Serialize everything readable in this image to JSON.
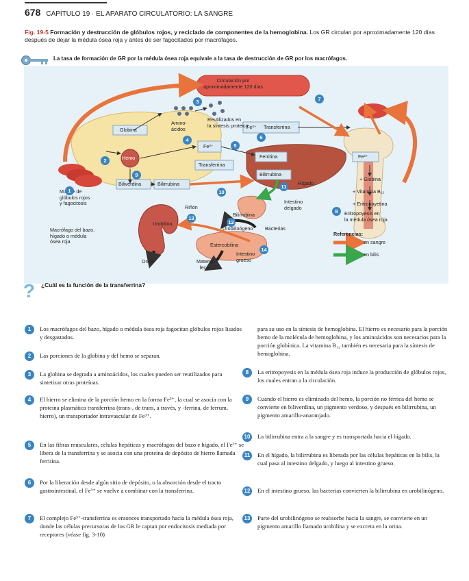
{
  "header": {
    "page_number": "678",
    "running_title": "CAPÍTULO 19 · EL APARATO CIRCULATORIO: LA SANGRE"
  },
  "figure": {
    "label": "Fig. 19-5",
    "title": "Formación y destrucción de glóbulos rojos, y reciclado de componentes de la hemoglobina.",
    "caption_rest": "Los GR circulan por aproximadamente 120 días después de dejar la médula ósea roja y antes de ser fagocitados por macrófagos.",
    "key_statement": "La tasa de formación de GR por la médula ósea roja equivale a la tasa de destrucción de GR por los macrófagos."
  },
  "diagram": {
    "labels": {
      "circulacion": "Circulación por\naproximadamente 120 días",
      "globina": "Globina",
      "aminoacidos": "Amino-\nácidos",
      "reutilizados": "Reutilizados en\nla síntesis proteica",
      "fe3_transferrina_top": "Fe³⁺",
      "transferrina_top": "Transferrina",
      "hemo": "Hemo",
      "fe3_mid": "Fe³⁺",
      "transferrina_mid": "Transferrina",
      "ferritina": "Ferritina",
      "biliverdina": "Biliverdina",
      "bilirrubina_left": "Bilirrubina",
      "bilirrubina_liver": "Bilirrubina",
      "higado": "Hígado",
      "fe3_bone": "Fe³⁺",
      "globina_bone": "+ Globina",
      "vitamina": "+ Vitamina B₁₂",
      "eritropoyetina": "+ Eritropoyetina",
      "eritropoyesis": "Eritropoyesis en\nla médula ósea roja",
      "muerte": "Muerte de\nglóbulos rojos\ny fagocitosis",
      "macrofago": "Macrófago del bazo,\nhígado o médula\nósea roja",
      "rinon": "Riñón",
      "urobilina": "Urobilina",
      "intestino_delgado": "Intestino\ndelgado",
      "bilirrubina_int": "Bilirrubina",
      "urobilinogeno": "Urobilinógeno",
      "bacterias": "Bacterias",
      "estercobilina": "Estercobilina",
      "intestino_grueso": "Intestino\ngrueso",
      "orina": "Orina",
      "materia_fecal": "Materia\nfecal",
      "referencias": "Referencias:",
      "ref_sangre": "en sangre",
      "ref_bilis": "en bilis"
    },
    "numbers": [
      "1",
      "2",
      "3",
      "4",
      "5",
      "6",
      "7",
      "8",
      "9",
      "10",
      "11",
      "12",
      "13",
      "14"
    ],
    "colors": {
      "blood_arrow": "#e8743b",
      "bile_arrow": "#3aa74a",
      "badge": "#3a84c2",
      "rbc": "#d6463a"
    }
  },
  "question": "¿Cuál es la función de la transferrina?",
  "notes_left": [
    {
      "n": "1",
      "text": "Los macrófagos del bazo, hígado o médula ósea roja fagocitan glóbulos rojos lisados y desgastados."
    },
    {
      "n": "2",
      "text": "Las porciones de la globina y del hemo se separan."
    },
    {
      "n": "3",
      "text": "La globina se degrada a aminoácidos, los cuales pueden ser reutilizados para sintetizar otras proteínas."
    },
    {
      "n": "4",
      "text": "El hierro se elimina de la porción hemo en la forma Fe³⁺, la cual se asocia con la proteína plasmática transferrina (trans-, de trans, a través, y -ferrina, de ferrum, hierro), un transportador intravascular de Fe³⁺."
    },
    {
      "n": "5",
      "text": "En las fibras musculares, células hepáticas y macrófagos del bazo e hígado, el Fe³⁺ se libera de la transferrina y se asocia con una proteína de depósito de hierro llamada ferritina."
    },
    {
      "n": "6",
      "text": "Por la liberación desde algún sitio de depósito, o la absorción desde el tracto gastrointestinal, el Fe³⁺ se vuelve a combinar con la transferrina."
    },
    {
      "n": "7",
      "text": "El complejo Fe³⁺-transferrina es entonces transportado hacia la médula ósea roja, donde las células precursoras de los GR le captan por endocitosis mediada por receptores (véase fig. 3-10)"
    }
  ],
  "notes_right": [
    {
      "n": "",
      "text": "para su uso en la síntesis de hemoglobina. El hierro es necesario para la porción hemo de la molécula de hemoglobina, y los aminoácidos son necesarios para la porción globínica. La vitamina B₁₂ también es necesaria para la síntesis de hemoglobina."
    },
    {
      "n": "8",
      "text": "La eritropoyesis en la médula ósea roja induce la producción de glóbulos rojos, los cuales entran a la circulación."
    },
    {
      "n": "9",
      "text": "Cuando el hierro es eliminado del hemo, la porción no férrica del hemo se convierte en biliverdina, un pigmento verdoso, y después en bilirrubina, un pigmento amarillo-anaranjado."
    },
    {
      "n": "10",
      "text": "La bilirrubina entra a la sangre y es transportada hacia el hígado."
    },
    {
      "n": "11",
      "text": "En el hígado, la bilirrubina es liberada por las células hepáticas en la bilis, la cual pasa al intestino delgado, y luego al intestino grueso."
    },
    {
      "n": "12",
      "text": "En el intestino grueso, las bacterias convierten la bilirrubina en urobilinógeno."
    },
    {
      "n": "13",
      "text": "Parte del urobilinógeno se reabsorbe hacia la sangre, se convierte en un pigmento amarillo llamado urobilina y se excreta en la orina."
    }
  ]
}
